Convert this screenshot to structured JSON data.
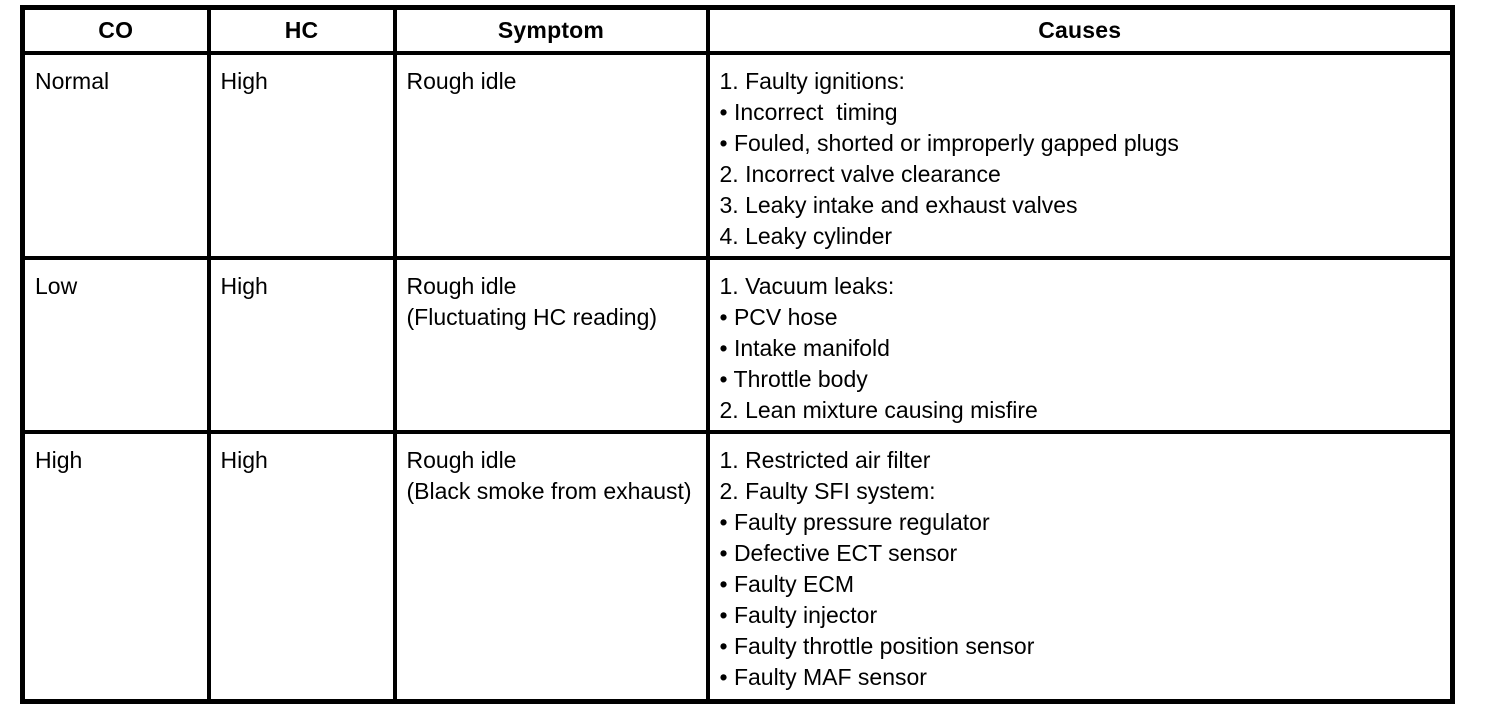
{
  "table": {
    "headers": [
      "CO",
      "HC",
      "Symptom",
      "Causes"
    ],
    "rows": [
      {
        "co": "Normal",
        "hc": "High",
        "symptom": [
          "Rough idle"
        ],
        "causes": [
          "1. Faulty ignitions:",
          "• Incorrect  timing",
          "• Fouled, shorted or improperly gapped plugs",
          "2. Incorrect valve clearance",
          "3. Leaky intake and exhaust valves",
          "4. Leaky cylinder"
        ]
      },
      {
        "co": "Low",
        "hc": "High",
        "symptom": [
          "Rough idle",
          "(Fluctuating HC reading)"
        ],
        "causes": [
          "1. Vacuum leaks:",
          "• PCV hose",
          "• Intake manifold",
          "• Throttle body",
          "2. Lean mixture causing misfire"
        ]
      },
      {
        "co": "High",
        "hc": "High",
        "symptom": [
          "Rough idle",
          "(Black smoke from exhaust)"
        ],
        "causes": [
          "1. Restricted air filter",
          "2. Faulty SFI system:",
          "• Faulty pressure regulator",
          "• Defective ECT sensor",
          "• Faulty ECM",
          "• Faulty injector",
          "• Faulty throttle position sensor",
          "• Faulty MAF sensor"
        ]
      }
    ]
  }
}
